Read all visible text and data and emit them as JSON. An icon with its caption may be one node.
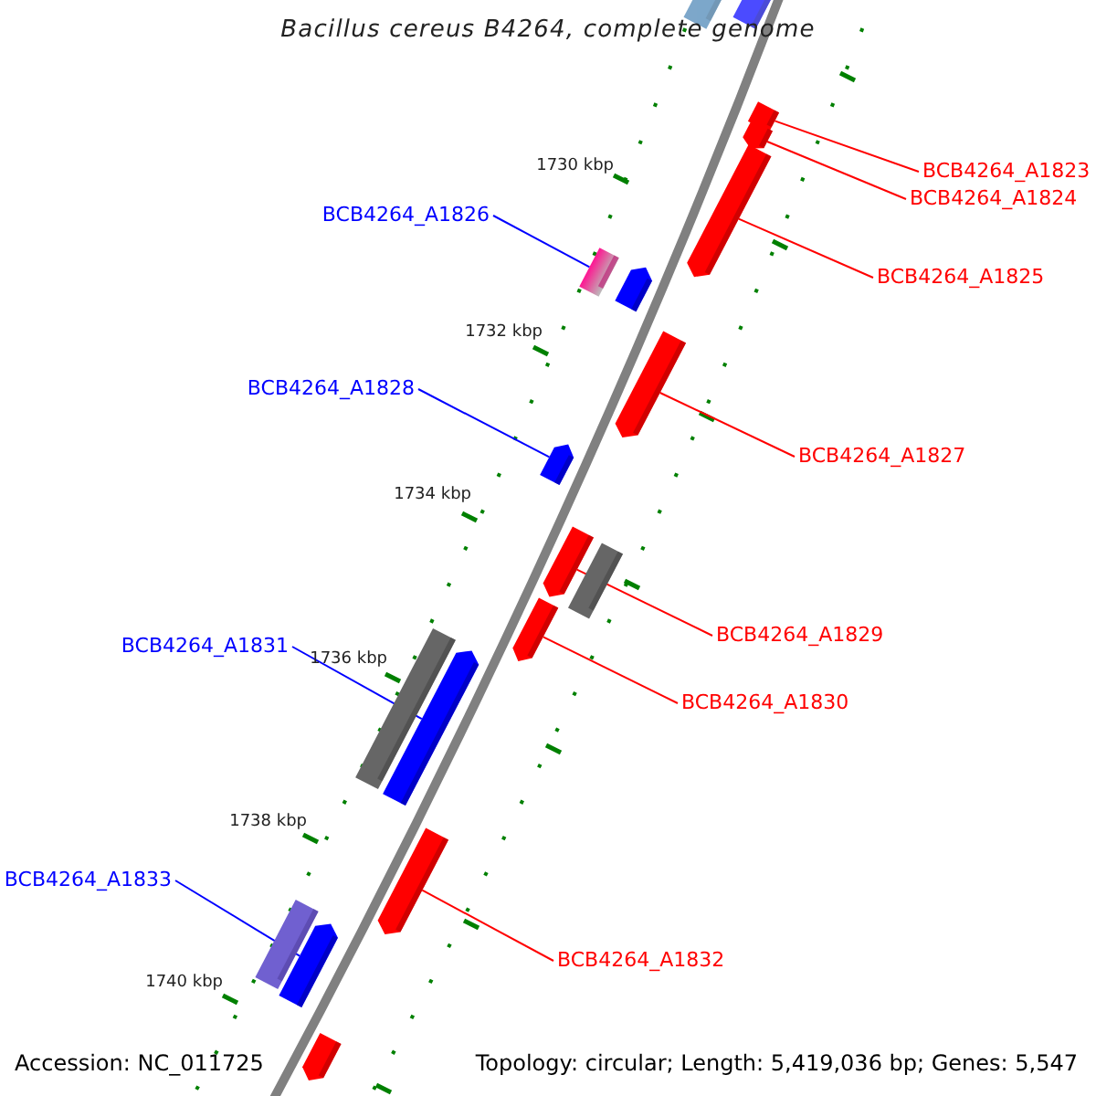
{
  "diagram": {
    "title": "Bacillus cereus B4264, complete genome",
    "nodes": [
      {
        "text": [],
        "shape": "bar"
      },
      {
        "text": [],
        "shape": "bar"
      },
      {
        "text": [],
        "shape": "bar"
      },
      {
        "text": [],
        "shape": "bar"
      },
      {
        "text": [
          "BCB4264_A1823"
        ]
      },
      {
        "text": [
          "BCB4264_A1824"
        ]
      },
      {
        "text": [],
        "shape": "bar"
      },
      {
        "text": [
          "BCB4264_A1826"
        ]
      },
      {
        "text": [],
        "shape": "bar"
      },
      {
        "text": [],
        "shape": "bar"
      },
      {
        "text": [
          "BCB4264_A1825"
        ]
      },
      {
        "text": [],
        "shape": "bar"
      },
      {
        "text": [
          "BCB4264_A1828"
        ]
      },
      {
        "text": [
          "BCB4264_A1827"
        ]
      },
      {
        "text": [],
        "shape": "bar"
      },
      {
        "text": [],
        "shape": "bar"
      },
      {
        "text": [],
        "shape": "bar"
      },
      {
        "text": [
          "BCB4264_A1829"
        ]
      },
      {
        "text": [],
        "shape": "bar"
      },
      {
        "text": [
          "BCB4264_A1831"
        ]
      },
      {
        "text": [
          "BCB4264_A1830"
        ]
      },
      {
        "text": [],
        "shape": "bar"
      },
      {
        "text": [],
        "shape": "bar"
      },
      {
        "text": [],
        "shape": "bar"
      },
      {
        "text": [
          "BCB4264_A1833"
        ]
      },
      {
        "text": [
          "BCB4264_A1832"
        ]
      },
      {
        "text": [],
        "shape": "bar"
      },
      {
        "text": [],
        "shape": "bar"
      },
      {
        "text": [],
        "shape": "bar"
      }
    ],
    "edges": [
      {
        "from": 4,
        "to": 2,
        "arrow": "none"
      },
      {
        "from": 5,
        "to": 3,
        "arrow": "none"
      },
      {
        "from": 7,
        "to": 8,
        "arrow": "none",
        "color": "#0000ff"
      },
      {
        "from": 10,
        "to": 6,
        "arrow": "none"
      },
      {
        "from": 12,
        "to": 14,
        "arrow": "none",
        "color": "#0000ff"
      },
      {
        "from": 13,
        "to": 11,
        "arrow": "none"
      },
      {
        "from": 17,
        "to": 15,
        "arrow": "none"
      },
      {
        "from": 19,
        "to": 22,
        "arrow": "none",
        "color": "#0000ff"
      },
      {
        "from": 20,
        "to": 18,
        "arrow": "none"
      },
      {
        "from": 24,
        "to": 27,
        "arrow": "none",
        "color": "#0000ff"
      },
      {
        "from": 25,
        "to": 23,
        "arrow": "none"
      }
    ],
    "labels": [
      "1730 kbp",
      "1732 kbp",
      "1734 kbp",
      "1736 kbp",
      "1738 kbp",
      "1740 kbp",
      "Accession: NC_011725",
      "Topology: circular; Length: 5,419,036 bp; Genes: 5,547"
    ]
  }
}
